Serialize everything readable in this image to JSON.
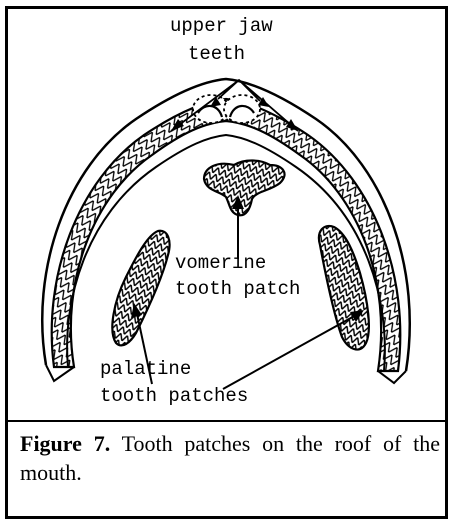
{
  "labels": {
    "upper_jaw_line1": "upper jaw",
    "upper_jaw_line2": "teeth",
    "vomerine_line1": "vomerine",
    "vomerine_line2": "tooth patch",
    "palatine_line1": "palatine",
    "palatine_line2": "tooth patches"
  },
  "caption": {
    "figure_label": "Figure 7.",
    "text": " Tooth patches on the roof of the mouth."
  }
}
